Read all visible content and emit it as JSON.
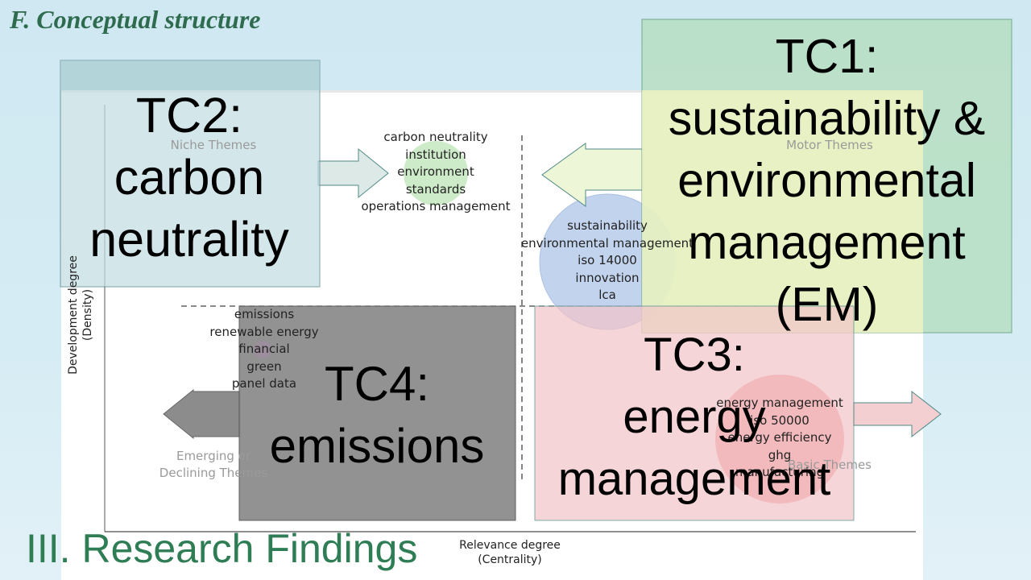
{
  "slide": {
    "section_label": "F. Conceptual structure",
    "footer_title": "III. Research Findings"
  },
  "map": {
    "y_axis_label": [
      "Development degree",
      "(Density)"
    ],
    "x_axis_label": [
      "Relevance degree",
      "(Centrality)"
    ],
    "quadrants": {
      "niche": "Niche Themes",
      "motor": "Motor Themes",
      "emerging": [
        "Emerging or",
        "Declining Themes"
      ],
      "basic": "Basic Themes"
    },
    "clusters": [
      {
        "id": "green",
        "color": "#9bd89b",
        "terms": [
          "carbon neutrality",
          "institution",
          "environment",
          "standards",
          "operations management"
        ]
      },
      {
        "id": "blue",
        "color": "#a9c3ec",
        "terms": [
          "sustainability",
          "environmental management",
          "iso 14000",
          "innovation",
          "lca"
        ]
      },
      {
        "id": "purple",
        "color": "#b48ab4",
        "terms": [
          "emissions",
          "renewable energy",
          "financial",
          "green",
          "panel data"
        ]
      },
      {
        "id": "red",
        "color": "#ef6f6f",
        "terms": [
          "energy management",
          "iso 50000",
          "energy efficiency",
          "ghg",
          "manufacturing"
        ]
      }
    ]
  },
  "callouts": {
    "tc1": [
      "TC1:",
      "sustainability &",
      "environmental",
      "management",
      "(EM)"
    ],
    "tc2": [
      "TC2:",
      "carbon",
      "neutrality"
    ],
    "tc3": [
      "TC3:",
      "energy",
      "management"
    ],
    "tc4": [
      "TC4:",
      "emissions"
    ]
  },
  "colors": {
    "tc1_box": "#b7dfc0",
    "tc2_box": "#c3dde2",
    "tc3_box": "#f2c5c9",
    "tc4_box": "#8c8c8c",
    "footer_text": "#2e7d54"
  }
}
